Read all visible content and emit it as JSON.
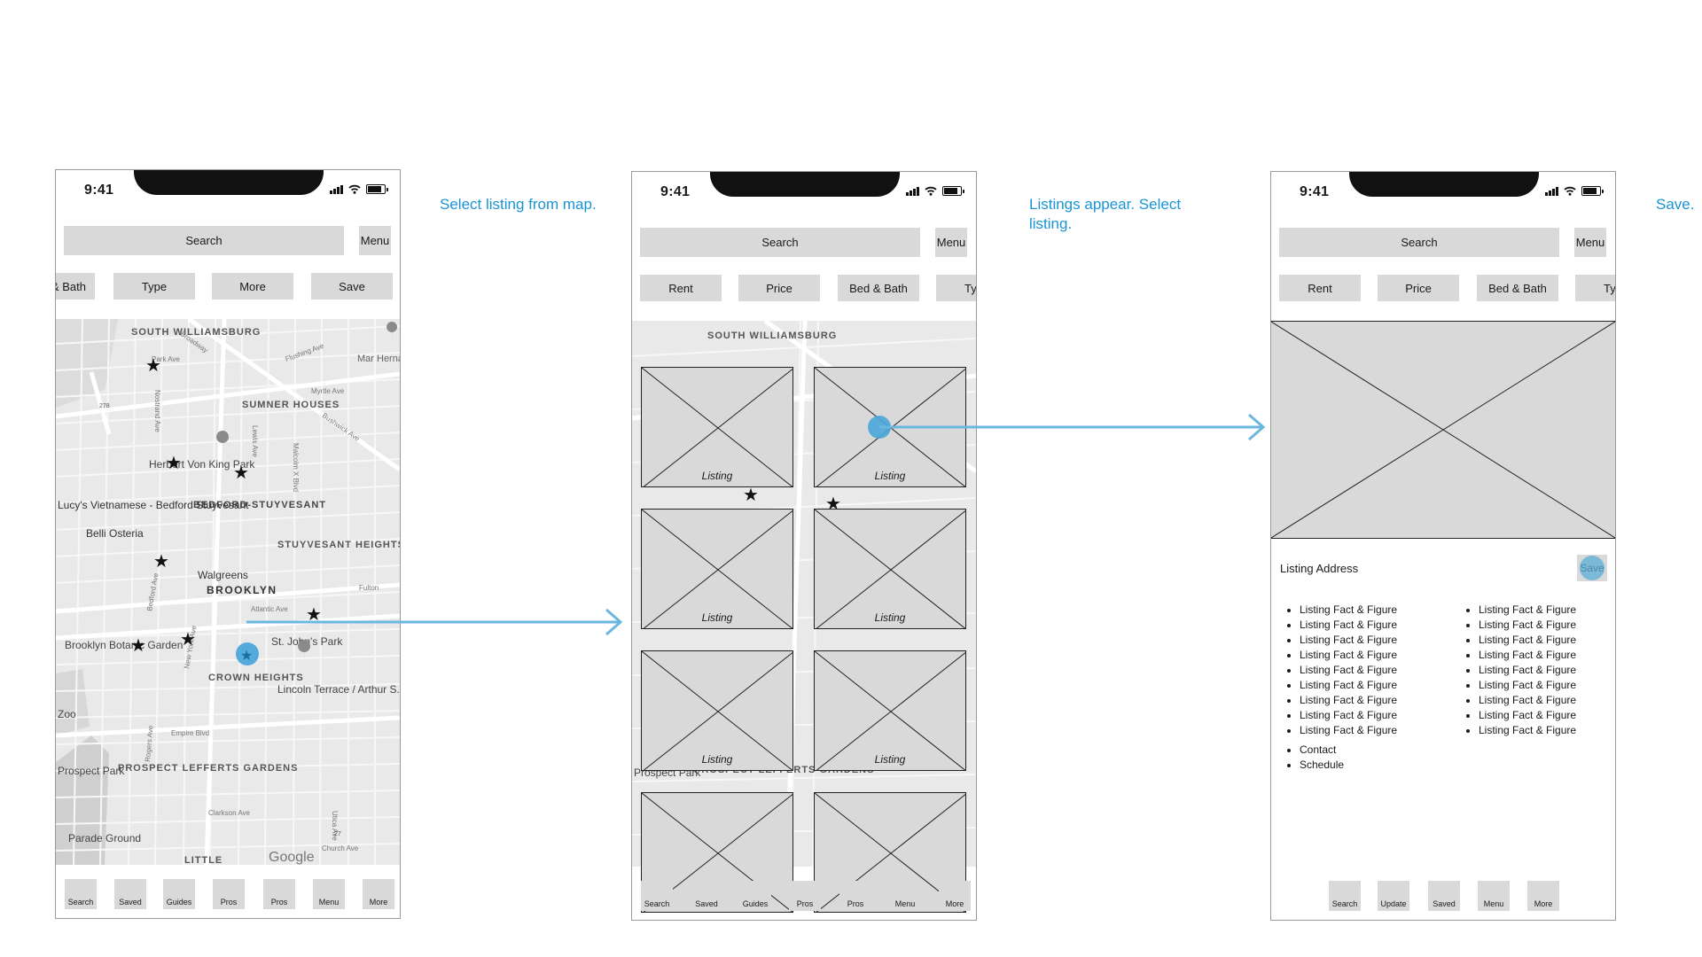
{
  "status_bar": {
    "time": "9:41"
  },
  "screen1": {
    "search_label": "Search",
    "menu_label": "Menu",
    "filters": [
      "Bed & Bath",
      "Type",
      "More",
      "Save"
    ],
    "map_labels": {
      "south_williamsburg": "SOUTH WILLIAMSBURG",
      "sumner_houses": "SUMNER HOUSES",
      "herbert_von_king_park": "Herbert Von King Park",
      "bedford_stuyvesant": "BEDFORD-STUYVESANT",
      "lucys_vietnamese": "Lucy's Vietnamese - Bedford Stuyvesant",
      "belli_osteria": "Belli Osteria",
      "stuyvesant_heights": "STUYVESANT HEIGHTS",
      "walgreens": "Walgreens",
      "brooklyn": "BROOKLYN",
      "st_johns_park": "St. John's Park",
      "brooklyn_botanic_garden": "Brooklyn Botanic Garden",
      "crown_heights": "CROWN HEIGHTS",
      "lincoln_terrace": "Lincoln Terrace / Arthur S. Somers Park",
      "zoo": "Zoo",
      "prospect_lefferts_gardens": "PROSPECT LEFFERTS GARDENS",
      "prospect_park": "Prospect Park",
      "parade_ground": "Parade Ground",
      "little": "LITTLE",
      "google": "Google",
      "marcy_hernandez": "Mar Hernan Par",
      "streets": {
        "broadway": "Broadway",
        "flushing_ave": "Flushing Ave",
        "park_ave": "Park Ave",
        "myrtle_ave": "Myrtle Ave",
        "bushwick_ave": "Bushwick Ave",
        "nostrand_ave": "Nostrand Ave",
        "lewis_ave": "Lewis Ave",
        "malcolm_x_blvd": "Malcolm X Blvd",
        "atlantic_ave": "Atlantic Ave",
        "fulton": "Fulton",
        "bedford_ave": "Bedford Ave",
        "new_york_ave": "New York Ave",
        "rogers_ave": "Rogers Ave",
        "empire_blvd": "Empire Blvd",
        "utica_ave": "Utica Ave",
        "clarkson_ave": "Clarkson Ave",
        "church_ave": "Church Ave",
        "route_278": "278",
        "route_27": "27"
      }
    },
    "tabs": [
      "Search",
      "Saved",
      "Guides",
      "Pros",
      "Pros",
      "Menu",
      "More"
    ]
  },
  "screen2": {
    "search_label": "Search",
    "menu_label": "Menu",
    "filters": [
      "Rent",
      "Price",
      "Bed & Bath",
      "Type"
    ],
    "listing_label": "Listing",
    "tabs": [
      "Search",
      "Saved",
      "Guides",
      "Pros",
      "Pros",
      "Menu",
      "More"
    ]
  },
  "screen3": {
    "search_label": "Search",
    "menu_label": "Menu",
    "filters": [
      "Rent",
      "Price",
      "Bed & Bath",
      "Type"
    ],
    "listing_address": "Listing Address",
    "save_label": "Save",
    "facts_left": [
      "Listing Fact & Figure",
      "Listing Fact & Figure",
      "Listing Fact & Figure",
      "Listing Fact & Figure",
      "Listing Fact & Figure",
      "Listing Fact & Figure",
      "Listing Fact & Figure",
      "Listing Fact & Figure",
      "Listing Fact & Figure"
    ],
    "facts_right": [
      "Listing Fact & Figure",
      "Listing Fact & Figure",
      "Listing Fact & Figure",
      "Listing Fact & Figure",
      "Listing Fact & Figure",
      "Listing Fact & Figure",
      "Listing Fact & Figure",
      "Listing Fact & Figure",
      "Listing Fact & Figure"
    ],
    "extra_items": [
      "Contact",
      "Schedule"
    ],
    "tabs": [
      "Search",
      "Update",
      "Saved",
      "Menu",
      "More"
    ]
  },
  "captions": {
    "step1": "Select listing from map.",
    "step2": "Listings appear.  Select listing.",
    "step3": "Save."
  },
  "colors": {
    "accent": "#1a94d4",
    "highlight": "#5aaed6",
    "placeholder": "#d9d9d9"
  },
  "icons": [
    "signal-icon",
    "wifi-icon",
    "battery-icon",
    "star-marker-icon",
    "location-pin-icon",
    "selected-marker-icon",
    "placeholder-image-icon",
    "arrow-right-icon"
  ]
}
